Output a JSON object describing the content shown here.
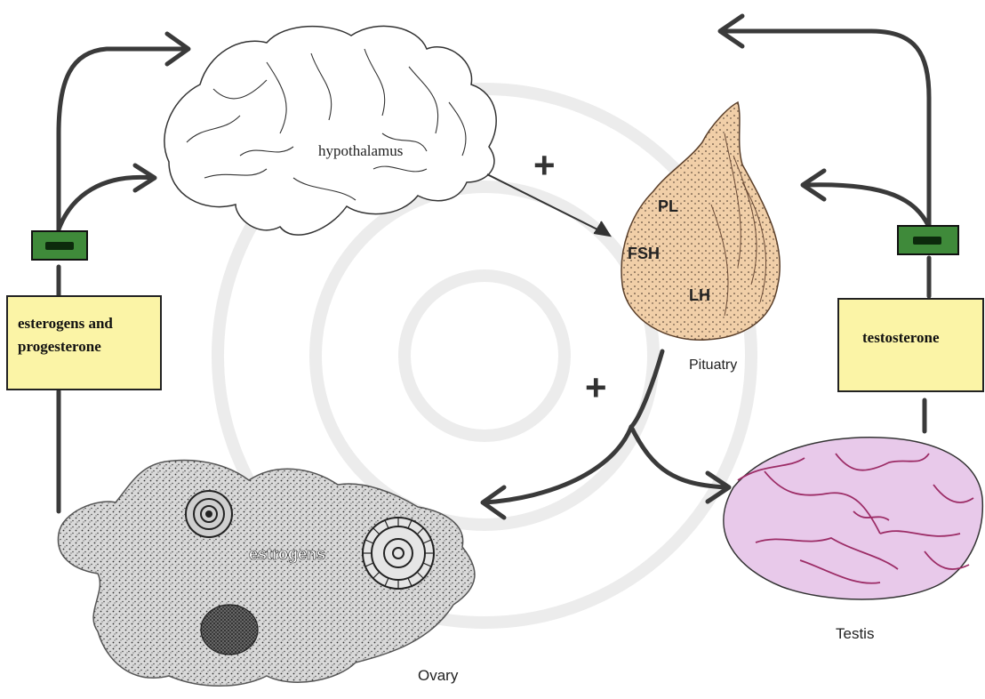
{
  "labels": {
    "hypothalamus": "hypothalamus",
    "pituitary": "Pituatry",
    "pl": "PL",
    "fsh": "FSH",
    "lh": "LH",
    "ovary": "Ovary",
    "testis": "Testis",
    "estrogens": "estrogens",
    "female_hormones_line1": "esterogens and",
    "female_hormones_line2": "progesterone",
    "male_hormone": "testosterone",
    "plus_top": "+",
    "plus_bottom": "+",
    "minus": "–"
  },
  "colors": {
    "arrow": "#3a3a3a",
    "hormone_box_fill": "#fbf4a6",
    "hormone_box_border": "#222222",
    "inhibit_box_fill": "#3f8a3a",
    "inhibit_bar": "#0c2a0c",
    "pituitary_fill": "#f1cfa8",
    "testis_fill": "#e8c9ea",
    "testis_vessel": "#9c2c66",
    "ovary_fill": "#d4d4d4",
    "watermark": "#ececec"
  },
  "icons": {
    "inhibition": "inhibition-minus-icon"
  }
}
